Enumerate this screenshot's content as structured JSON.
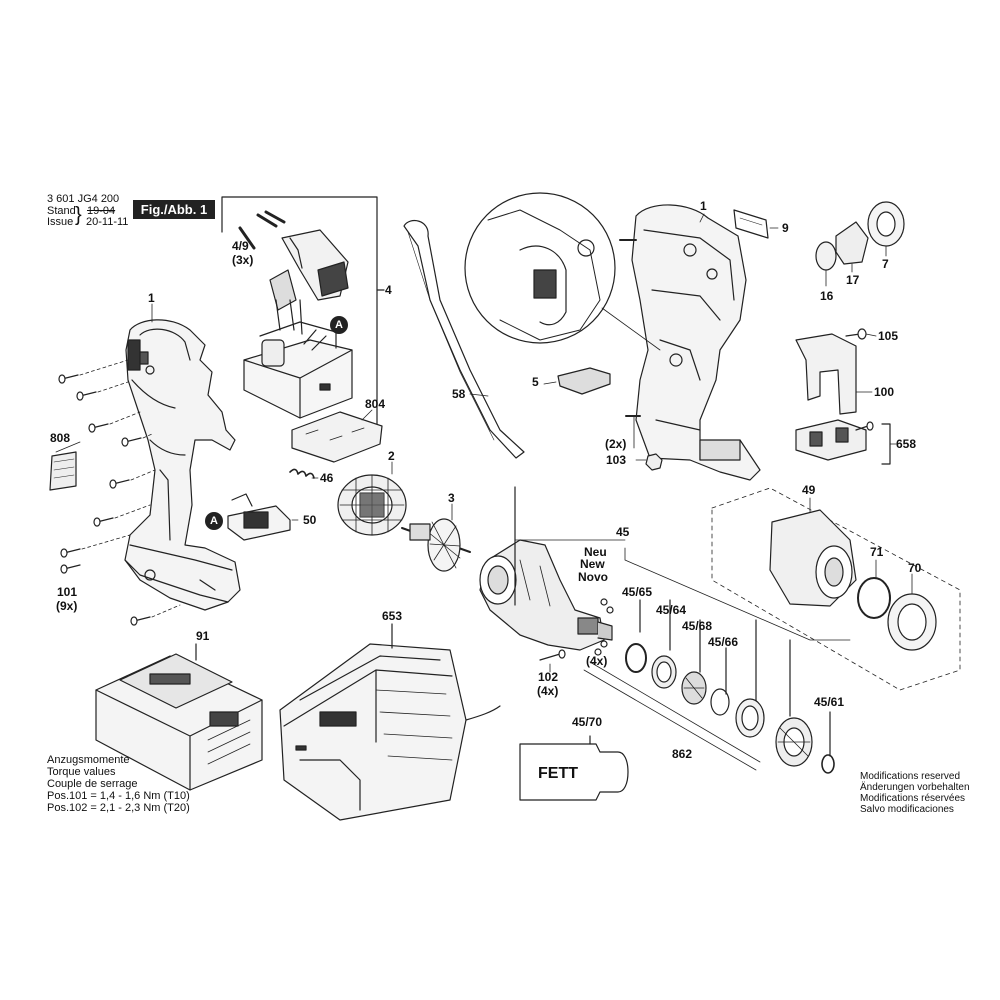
{
  "header": {
    "part_no": "3 601 JG4 200",
    "stand_label": "Stand",
    "issue_label": "Issue",
    "stand_value": "19-04",
    "issue_value": "20-11-11",
    "fig_label": "Fig./Abb. 1"
  },
  "torque": {
    "lines": [
      "Anzugsmomente",
      "Torque values",
      "Couple de serrage",
      "Pos.101 = 1,4 - 1,6 Nm (T10)",
      "Pos.102 = 2,1 - 2,3 Nm (T20)"
    ]
  },
  "modifications": {
    "lines": [
      "Modifications reserved",
      "Änderungen vorbehalten",
      "Modifications réservées",
      "Salvo modificaciones"
    ]
  },
  "callouts": {
    "p1_left": "1",
    "p4_9": "4/9",
    "p3x": "(3x)",
    "p4": "4",
    "p808": "808",
    "p804": "804",
    "p46": "46",
    "p50": "50",
    "p2": "2",
    "p3": "3",
    "p101": "101",
    "p9x": "(9x)",
    "p58": "58",
    "p5": "5",
    "p1_right": "1",
    "p9": "9",
    "p16": "16",
    "p17": "17",
    "p7": "7",
    "p105": "105",
    "p100": "100",
    "p658": "658",
    "p2x": "(2x)",
    "p103": "103",
    "p49": "49",
    "p71": "71",
    "p70": "70",
    "p45": "45",
    "neu": "Neu",
    "new": "New",
    "novo": "Novo",
    "p45_65": "45/65",
    "p45_64": "45/64",
    "p45_68": "45/68",
    "p45_66": "45/66",
    "p45_61": "45/61",
    "p4x": "(4x)",
    "p102": "102",
    "p4x_b": "(4x)",
    "p653": "653",
    "p91": "91",
    "p45_70": "45/70",
    "p862": "862",
    "fett": "FETT",
    "badge_a1": "A",
    "badge_a2": "A"
  }
}
